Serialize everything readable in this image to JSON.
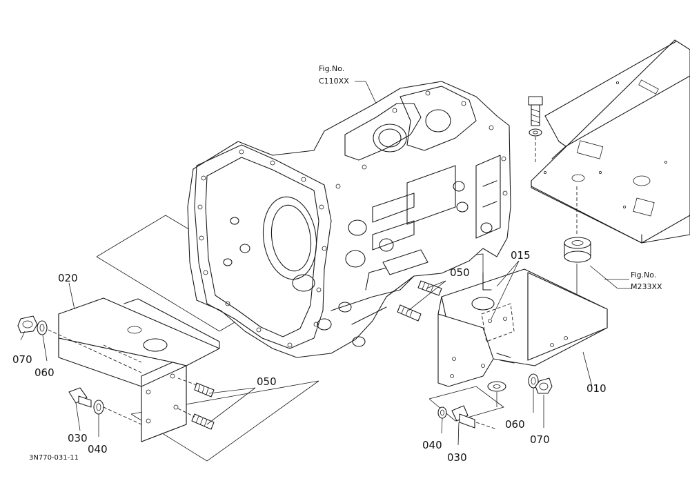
{
  "diagram": {
    "figure_id": "3N770-031-11",
    "references": [
      {
        "fig_label": "Fig.No.",
        "fig_code": "C110XX"
      },
      {
        "fig_label": "Fig.No.",
        "fig_code": "M233XX"
      }
    ],
    "callouts": [
      {
        "id": "c-010",
        "text": "010"
      },
      {
        "id": "c-015",
        "text": "015"
      },
      {
        "id": "c-020",
        "text": "020"
      },
      {
        "id": "c-030-left",
        "text": "030"
      },
      {
        "id": "c-030-right",
        "text": "030"
      },
      {
        "id": "c-040-left",
        "text": "040"
      },
      {
        "id": "c-040-right",
        "text": "040"
      },
      {
        "id": "c-050-upper",
        "text": "050"
      },
      {
        "id": "c-050-lower",
        "text": "050"
      },
      {
        "id": "c-060-left",
        "text": "060"
      },
      {
        "id": "c-060-right",
        "text": "060"
      },
      {
        "id": "c-070-left",
        "text": "070"
      },
      {
        "id": "c-070-right",
        "text": "070"
      }
    ]
  }
}
